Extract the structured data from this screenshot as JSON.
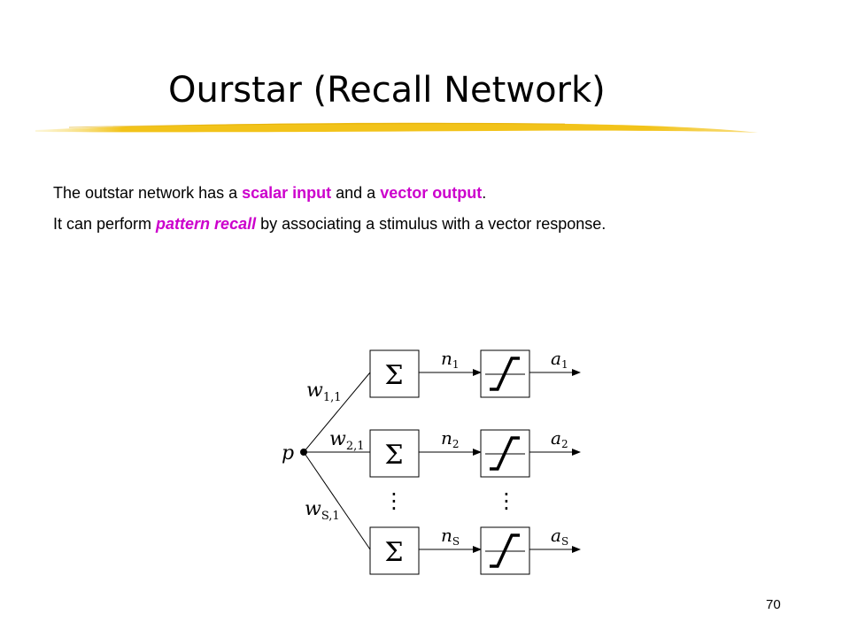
{
  "slide": {
    "title": "Ourstar (Recall Network)",
    "line1": {
      "part1": "The outstar network has a ",
      "hl1": "scalar input",
      "part2": " and a ",
      "hl2": "vector output",
      "part3": "."
    },
    "line2": {
      "part1": "It can perform ",
      "hl1": "pattern recall",
      "part2": " by associating a stimulus with a vector response."
    },
    "page_number": "70"
  },
  "diagram": {
    "input_label": "p",
    "weights": [
      {
        "base": "w",
        "sub": "1,1"
      },
      {
        "base": "w",
        "sub": "2,1"
      },
      {
        "base": "w",
        "sub": "S,1"
      }
    ],
    "sum_symbol": "Σ",
    "net_inputs": [
      {
        "base": "n",
        "sub": "1"
      },
      {
        "base": "n",
        "sub": "2"
      },
      {
        "base": "n",
        "sub": "S"
      }
    ],
    "outputs": [
      {
        "base": "a",
        "sub": "1"
      },
      {
        "base": "a",
        "sub": "2"
      },
      {
        "base": "a",
        "sub": "S"
      }
    ],
    "ellipsis": "⋮",
    "colors": {
      "highlight": "#cc00cc",
      "underline": "#f2c31a"
    }
  }
}
